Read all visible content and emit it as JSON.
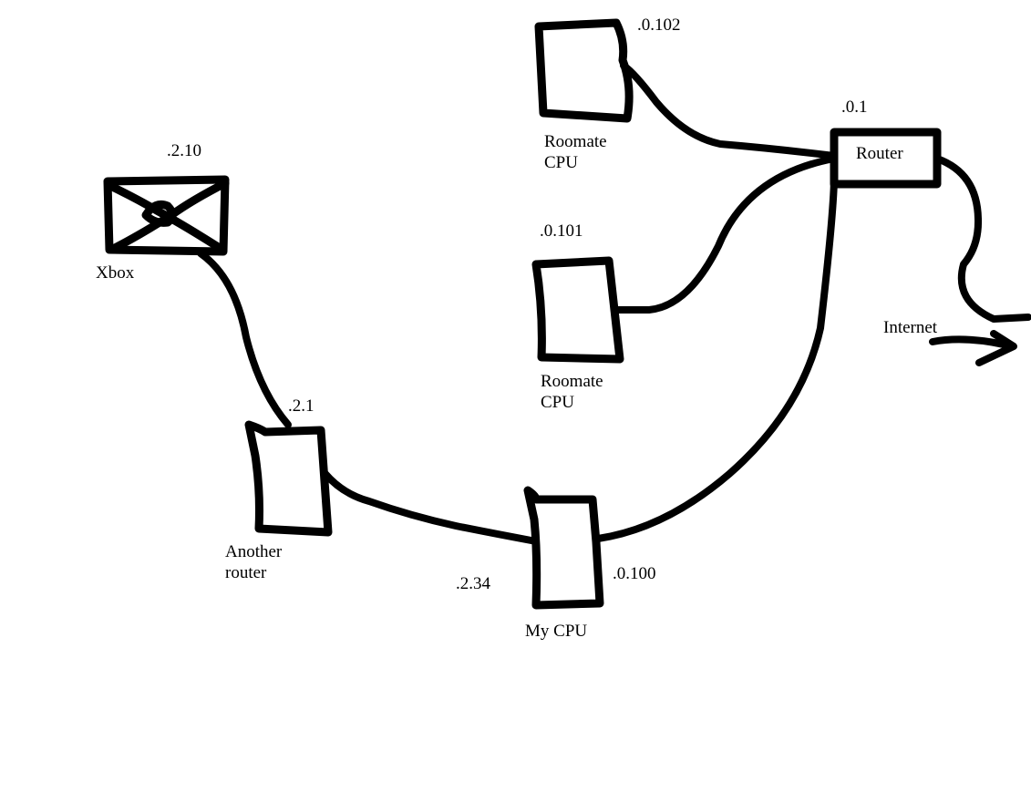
{
  "nodes": {
    "roommate_cpu_1": {
      "ip": ".0.102",
      "label": "Roomate\nCPU"
    },
    "roommate_cpu_2": {
      "ip": ".0.101",
      "label": "Roomate\nCPU"
    },
    "router": {
      "ip": ".0.1",
      "label": "Router"
    },
    "xbox": {
      "ip": ".2.10",
      "label": "Xbox"
    },
    "another_router": {
      "ip": ".2.1",
      "label": "Another\nrouter"
    },
    "my_cpu": {
      "ip_left": ".2.34",
      "ip_right": ".0.100",
      "label": "My CPU"
    },
    "internet": {
      "label": "Internet"
    }
  },
  "colors": {
    "ink": "#000000",
    "background": "#ffffff"
  }
}
